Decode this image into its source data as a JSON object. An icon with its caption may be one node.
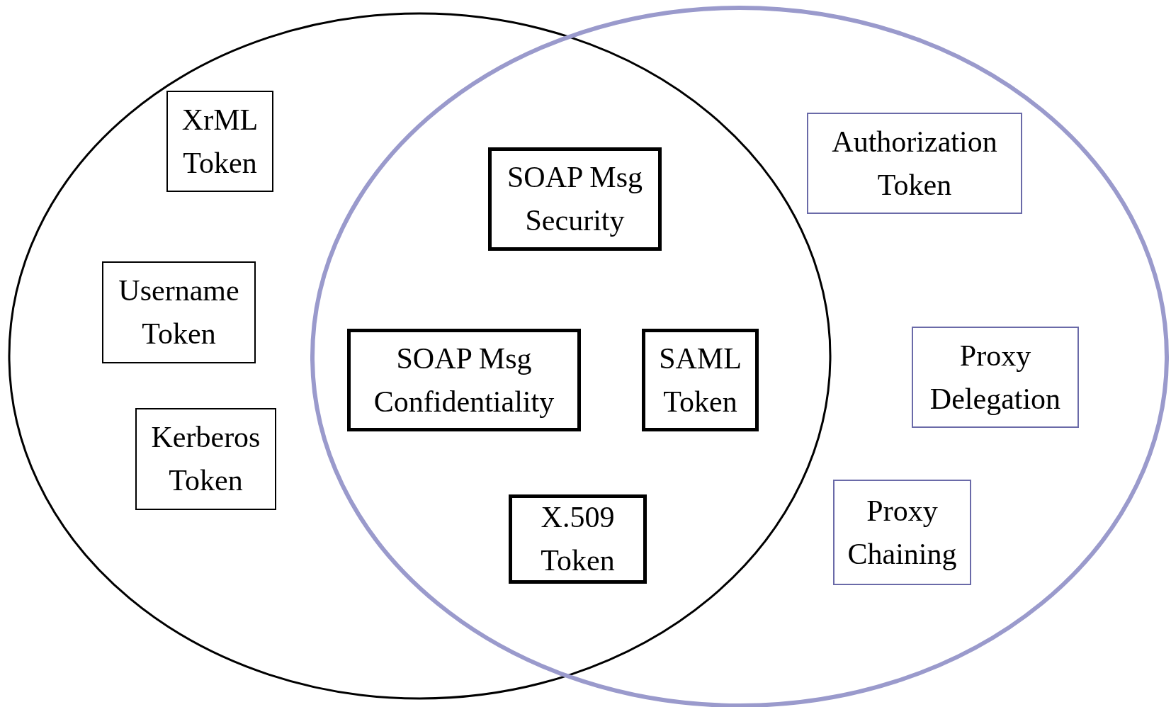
{
  "diagram": {
    "nodes": [
      {
        "text": [],
        "shape": "ellipse"
      },
      {
        "text": [],
        "shape": "ellipse"
      },
      {
        "text": [
          "XrML Token"
        ],
        "in": 0
      },
      {
        "text": [
          "Username Token"
        ],
        "in": 0
      },
      {
        "text": [
          "Kerberos Token"
        ],
        "in": 0
      },
      {
        "text": [
          "SOAP Msg Security"
        ]
      },
      {
        "text": [
          "SOAP Msg Confidentiality"
        ]
      },
      {
        "text": [
          "SAML Token"
        ]
      },
      {
        "text": [
          "X.509 Token"
        ]
      },
      {
        "text": [
          "Authorization Token"
        ],
        "in": 1
      },
      {
        "text": [
          "Proxy Delegation"
        ],
        "in": 1
      },
      {
        "text": [
          "Proxy Chaining"
        ],
        "in": 1
      }
    ],
    "edges": []
  }
}
